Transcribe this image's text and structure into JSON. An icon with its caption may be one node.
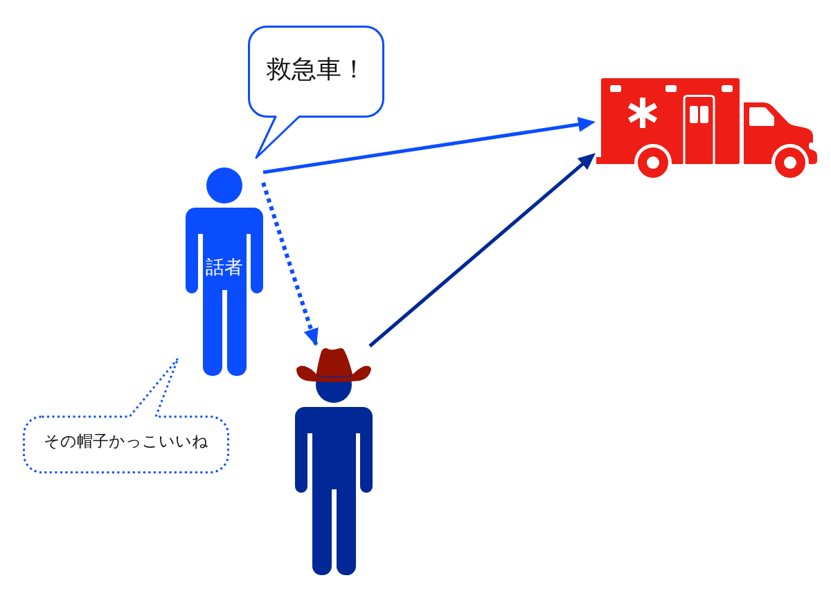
{
  "diagram": {
    "nodes": [
      {
        "text": [
          "救急車！"
        ]
      },
      {
        "text": [
          "話者"
        ]
      },
      {
        "text": [],
        "shape": "picture"
      },
      {
        "text": [],
        "shape": "person"
      },
      {
        "text": [
          "その帽子かっこいいね"
        ]
      }
    ],
    "edges": [
      {
        "from": 1,
        "to": 2,
        "arrow": "to"
      },
      {
        "from": 1,
        "to": 3,
        "arrow": "to",
        "style": "dashed"
      },
      {
        "from": 3,
        "to": 2,
        "arrow": "to",
        "color": "#002896"
      }
    ]
  }
}
